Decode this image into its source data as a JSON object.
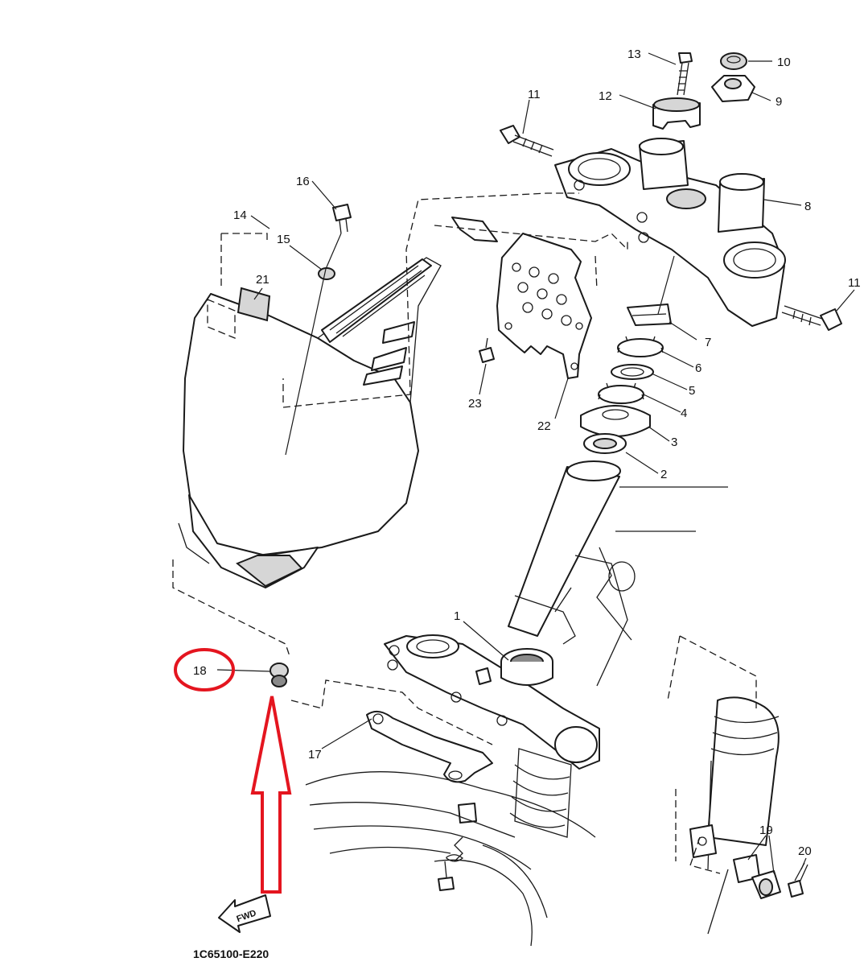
{
  "diagram_code": "1C65100-E220",
  "fwd_label": "FWD",
  "highlight": {
    "part_number": "18",
    "color": "#e4151f"
  },
  "callouts": {
    "p1": "1",
    "p2": "2",
    "p3": "3",
    "p4": "4",
    "p5": "5",
    "p6": "6",
    "p7": "7",
    "p8": "8",
    "p9": "9",
    "p10": "10",
    "p11a": "11",
    "p11b": "11",
    "p12": "12",
    "p13": "13",
    "p14": "14",
    "p15": "15",
    "p16": "16",
    "p17": "17",
    "p18": "18",
    "p19": "19",
    "p20": "20",
    "p21": "21",
    "p22": "22",
    "p23": "23"
  }
}
